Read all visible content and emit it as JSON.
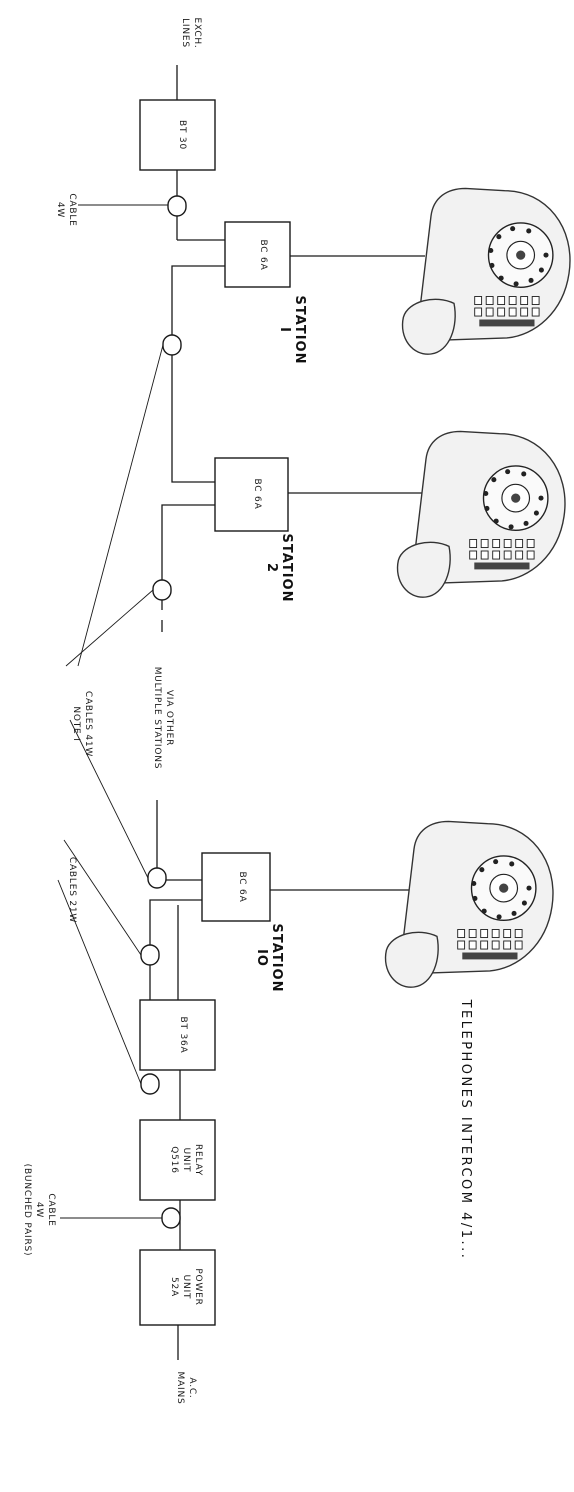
{
  "title": "TELEPHONES INTERCOM 4/1...",
  "labels": {
    "exch_lines": [
      "EXCH.",
      "LINES"
    ],
    "cable_4w_top": [
      "CABLE",
      "4W"
    ],
    "cables_41w": [
      "CABLES 41W",
      "NOTE I"
    ],
    "via_other": [
      "VIA OTHER",
      "MULTIPLE STATIONS"
    ],
    "cables_21w": [
      "CABLES 21W"
    ],
    "cable_4w_bunched": [
      "CABLE",
      "4W",
      "(BUNCHED PAIRS)"
    ],
    "ac_mains": [
      "A.C.",
      "MAINS"
    ]
  },
  "boxes": {
    "bt30": [
      "BT 30"
    ],
    "bc6a_1": [
      "BC 6A"
    ],
    "bc6a_2": [
      "BC 6A"
    ],
    "bc6a_10": [
      "BC 6A"
    ],
    "bt36a": [
      "BT 36A"
    ],
    "relay": [
      "RELAY",
      "UNIT",
      "Q516"
    ],
    "power": [
      "POWER",
      "UNIT",
      "52A"
    ]
  },
  "stations": [
    {
      "label": "STATION",
      "number": "I"
    },
    {
      "label": "STATION",
      "number": "2"
    },
    {
      "label": "STATION",
      "number": "IO"
    }
  ],
  "icons": [
    "rotary-telephone-icon",
    "cable-clip-icon"
  ]
}
